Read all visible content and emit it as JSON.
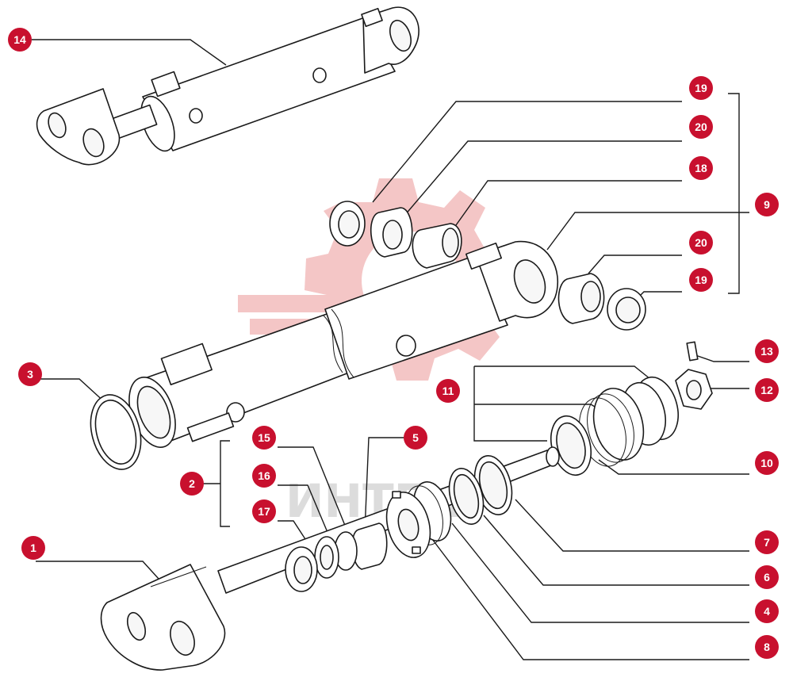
{
  "colors": {
    "badge": "#c8102e",
    "badge_text": "#ffffff",
    "leader": "#1a1a1a",
    "watermark": "#f3c0c0",
    "watermark_text": "#d9d9d9"
  },
  "watermark": {
    "text": "ИНТЕХ"
  },
  "callouts": {
    "c1": "1",
    "c2": "2",
    "c3": "3",
    "c4": "4",
    "c5": "5",
    "c6": "6",
    "c7": "7",
    "c8": "8",
    "c9": "9",
    "c10": "10",
    "c11": "11",
    "c12": "12",
    "c13": "13",
    "c14": "14",
    "c15": "15",
    "c16": "16",
    "c17": "17",
    "c18": "18",
    "c19a": "19",
    "c19b": "19",
    "c20a": "20",
    "c20b": "20"
  }
}
